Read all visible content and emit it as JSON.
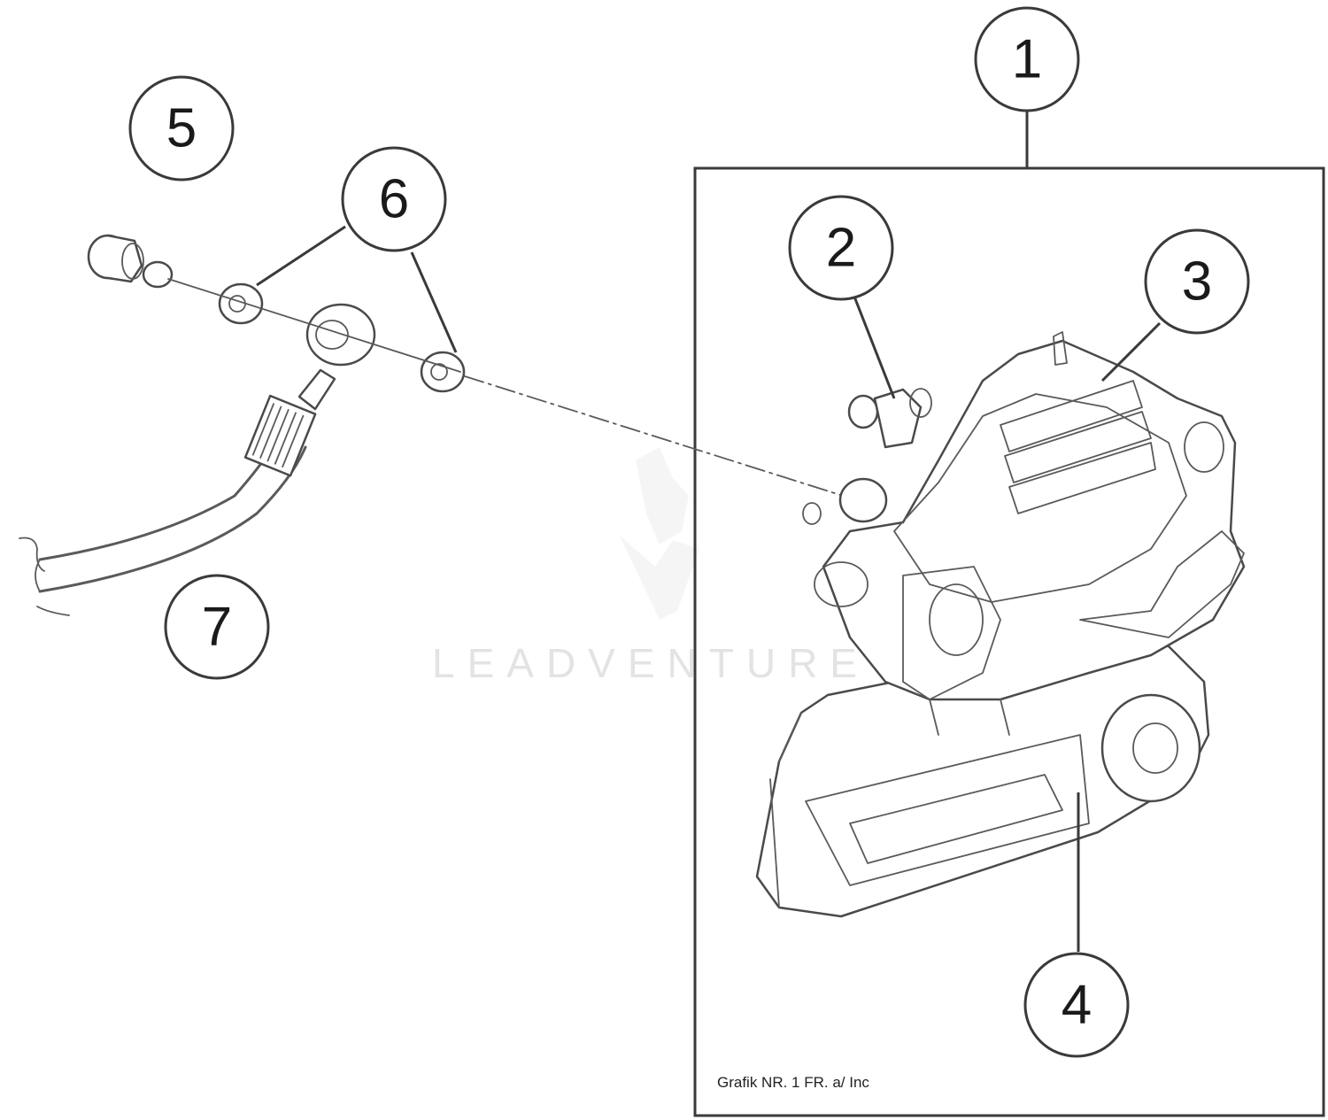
{
  "callouts": [
    {
      "id": "c1",
      "label": "1"
    },
    {
      "id": "c2",
      "label": "2"
    },
    {
      "id": "c3",
      "label": "3"
    },
    {
      "id": "c4",
      "label": "4"
    },
    {
      "id": "c5",
      "label": "5"
    },
    {
      "id": "c6",
      "label": "6"
    },
    {
      "id": "c7",
      "label": "7"
    }
  ],
  "watermark": {
    "text": "LEADVENTURE"
  },
  "footer_note": "Grafik NR. 1 FR. a/ Inc"
}
